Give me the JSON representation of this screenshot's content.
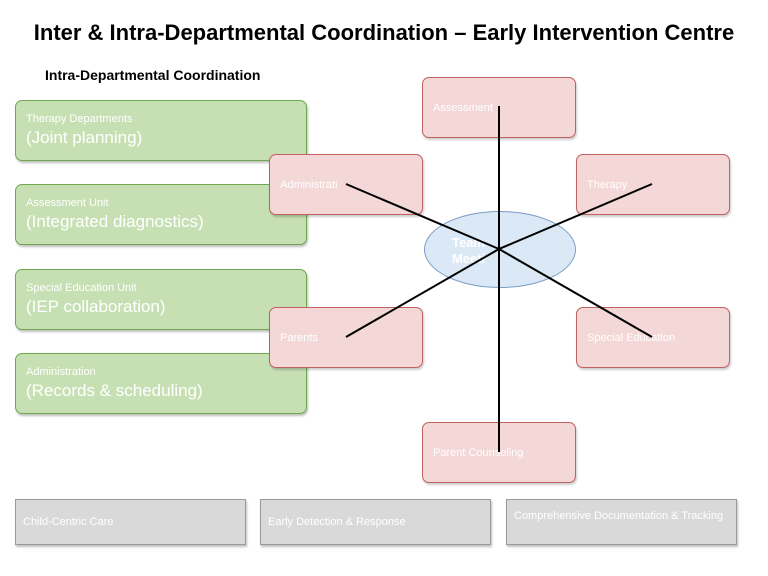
{
  "title": "Inter & Intra-Departmental Coordination – Early Intervention Centre",
  "subtitle": "Intra-Departmental Coordination",
  "departments": [
    {
      "name": "Therapy Departments",
      "detail": "(Joint planning)"
    },
    {
      "name": "Assessment Unit",
      "detail": "(Integrated diagnostics)"
    },
    {
      "name": "Special Education Unit",
      "detail": "(IEP collaboration)"
    },
    {
      "name": "Administration",
      "detail": "(Records & scheduling)"
    }
  ],
  "hub": {
    "line1": "Team",
    "line2": "Meeti"
  },
  "nodes": {
    "assessment": "Assessment",
    "administration": "Administrati",
    "therapy": "Therapy",
    "parents": "Parents",
    "special_education": "Special Education",
    "parent_counseling": "Parent Counseling"
  },
  "outcomes": [
    "Child-Centric Care",
    "Early Detection & Response",
    "Comprehensive Documentation & Tracking"
  ],
  "colors": {
    "dept_fill": "#c6e0b4",
    "dept_border": "#6fa84f",
    "node_fill": "#f4d7d7",
    "node_border": "#c06060",
    "hub_fill": "#dbe8f5",
    "hub_border": "#7a9cc6",
    "outcome_fill": "#d9d9d9"
  }
}
